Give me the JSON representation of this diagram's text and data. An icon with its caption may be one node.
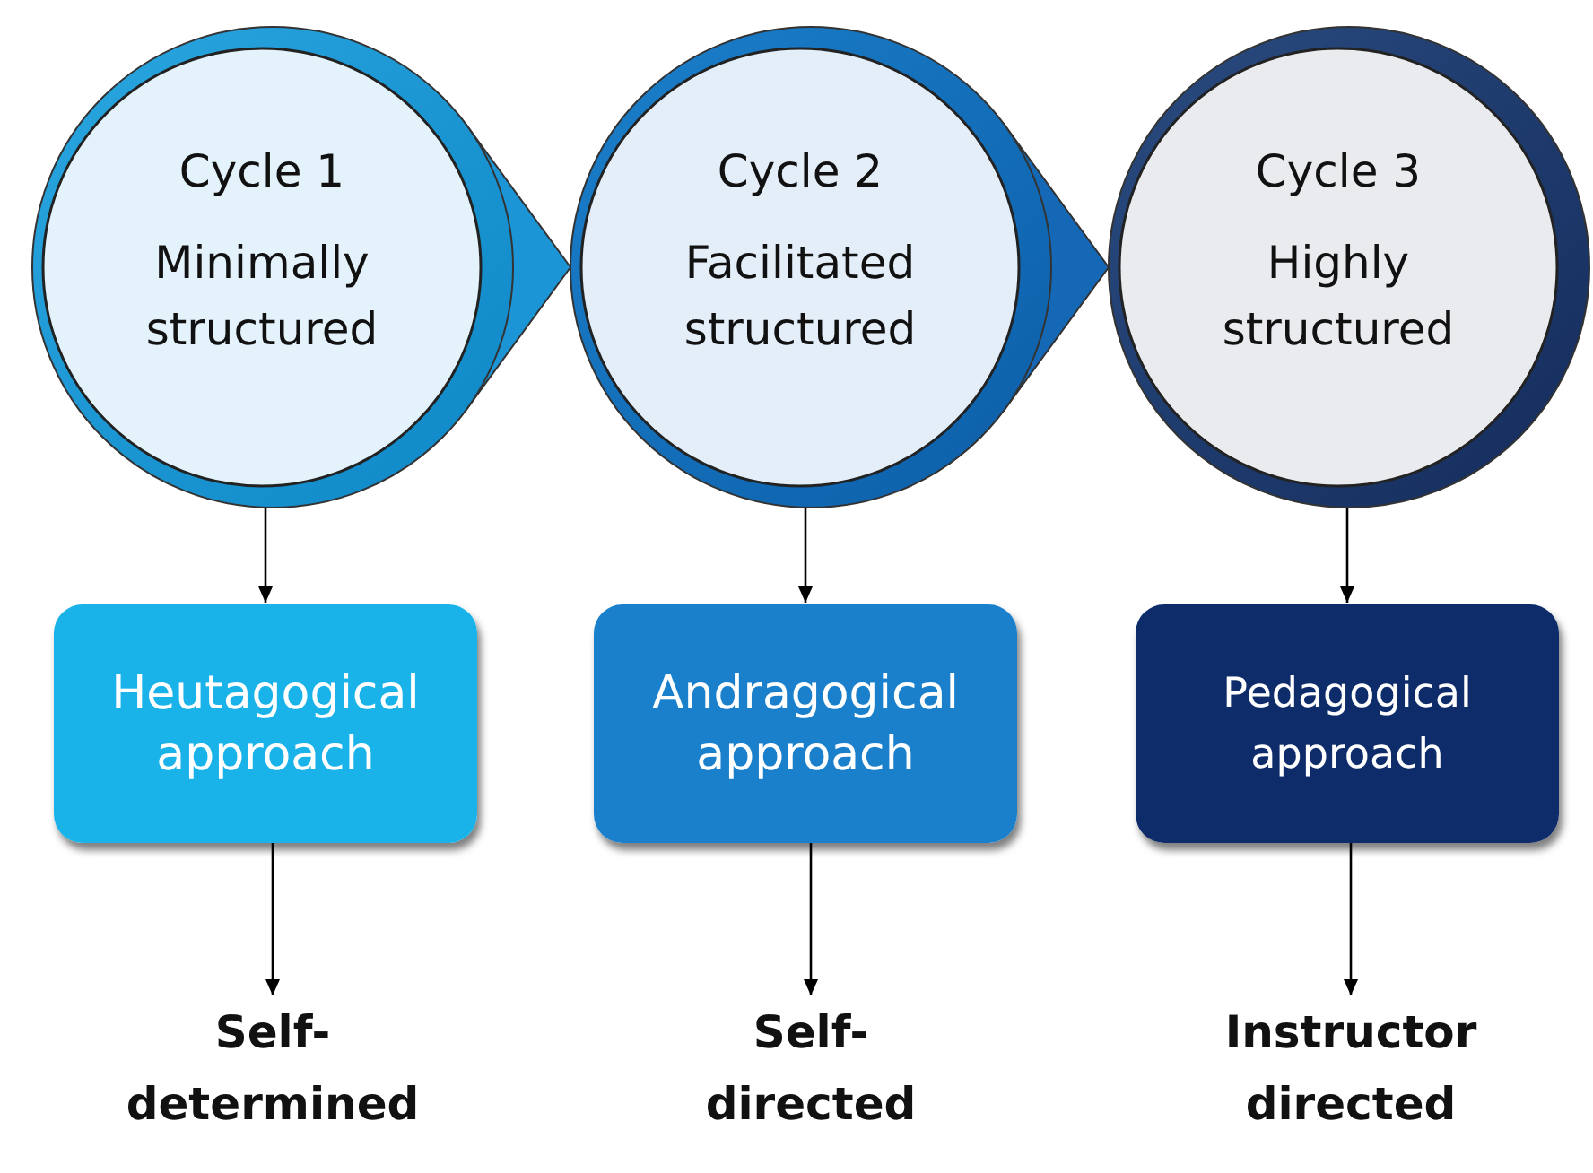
{
  "diagram": {
    "nodes": [
      {
        "text": [
          "Cycle 1",
          "Minimally structured"
        ]
      },
      {
        "text": [
          "Cycle 2",
          "Facilitated structured"
        ]
      },
      {
        "text": [
          "Cycle 3",
          "Highly structured"
        ]
      },
      {
        "text": [
          "Heutagogical approach"
        ]
      },
      {
        "text": [
          "Andragogical approach"
        ]
      },
      {
        "text": [
          "Pedagogical approach"
        ]
      },
      {
        "text": [
          "Self- determined"
        ]
      },
      {
        "text": [
          "Self- directed"
        ]
      },
      {
        "text": [
          "Instructor directed"
        ]
      }
    ],
    "edges": [
      {
        "from": 0,
        "to": 1,
        "arrow": "to",
        "style": "thick",
        "color": "#1c95d6"
      },
      {
        "from": 1,
        "to": 2,
        "arrow": "to",
        "style": "thick",
        "color": "#1468b6"
      },
      {
        "from": 0,
        "to": 3,
        "arrow": "to"
      },
      {
        "from": 1,
        "to": 4,
        "arrow": "to"
      },
      {
        "from": 2,
        "to": 5,
        "arrow": "to"
      },
      {
        "from": 3,
        "to": 6,
        "arrow": "to"
      },
      {
        "from": 4,
        "to": 7,
        "arrow": "to"
      },
      {
        "from": 5,
        "to": 8,
        "arrow": "to"
      }
    ]
  }
}
